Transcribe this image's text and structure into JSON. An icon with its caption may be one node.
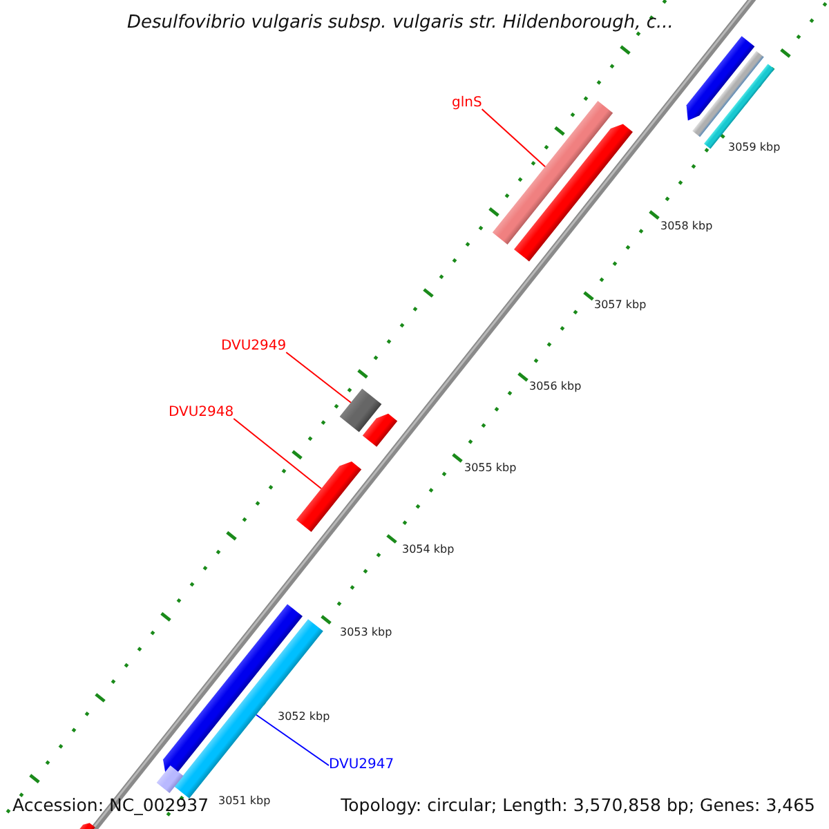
{
  "diagram": {
    "title": "Desulfovibrio vulgaris subsp. vulgaris str. Hildenborough, c...",
    "nodes": [
      {
        "text": [],
        "shape": "arrow"
      },
      {
        "text": [],
        "shape": "bar"
      },
      {
        "text": [],
        "shape": "bar"
      },
      {
        "text": [
          "glnS"
        ]
      },
      {
        "text": [],
        "shape": "bar"
      },
      {
        "text": [],
        "shape": "arrow"
      },
      {
        "text": [
          "DVU2949"
        ]
      },
      {
        "text": [
          "DVU2948"
        ]
      },
      {
        "text": [],
        "shape": "bar"
      },
      {
        "text": [],
        "shape": "arrow"
      },
      {
        "text": [],
        "shape": "arrow"
      },
      {
        "text": [],
        "shape": "arrow"
      },
      {
        "text": [],
        "shape": "bar"
      },
      {
        "text": [
          "DVU2947"
        ]
      },
      {
        "text": [],
        "shape": "bar"
      },
      {
        "text": [],
        "shape": "arrow"
      }
    ],
    "edges": [
      {
        "from": 3,
        "to": 4,
        "arrow": "none"
      },
      {
        "from": 6,
        "to": 8,
        "arrow": "none"
      },
      {
        "from": 7,
        "to": 10,
        "arrow": "none"
      },
      {
        "from": 13,
        "to": 12,
        "arrow": "none",
        "color": "#0000ff"
      }
    ],
    "labels": [
      "3059 kbp",
      "3058 kbp",
      "3057 kbp",
      "3056 kbp",
      "3055 kbp",
      "3054 kbp",
      "3053 kbp",
      "3052 kbp",
      "3051 kbp",
      "Accession: NC_002937",
      "Topology: circular; Length: 3,570,858 bp; Genes: 3,465"
    ]
  }
}
